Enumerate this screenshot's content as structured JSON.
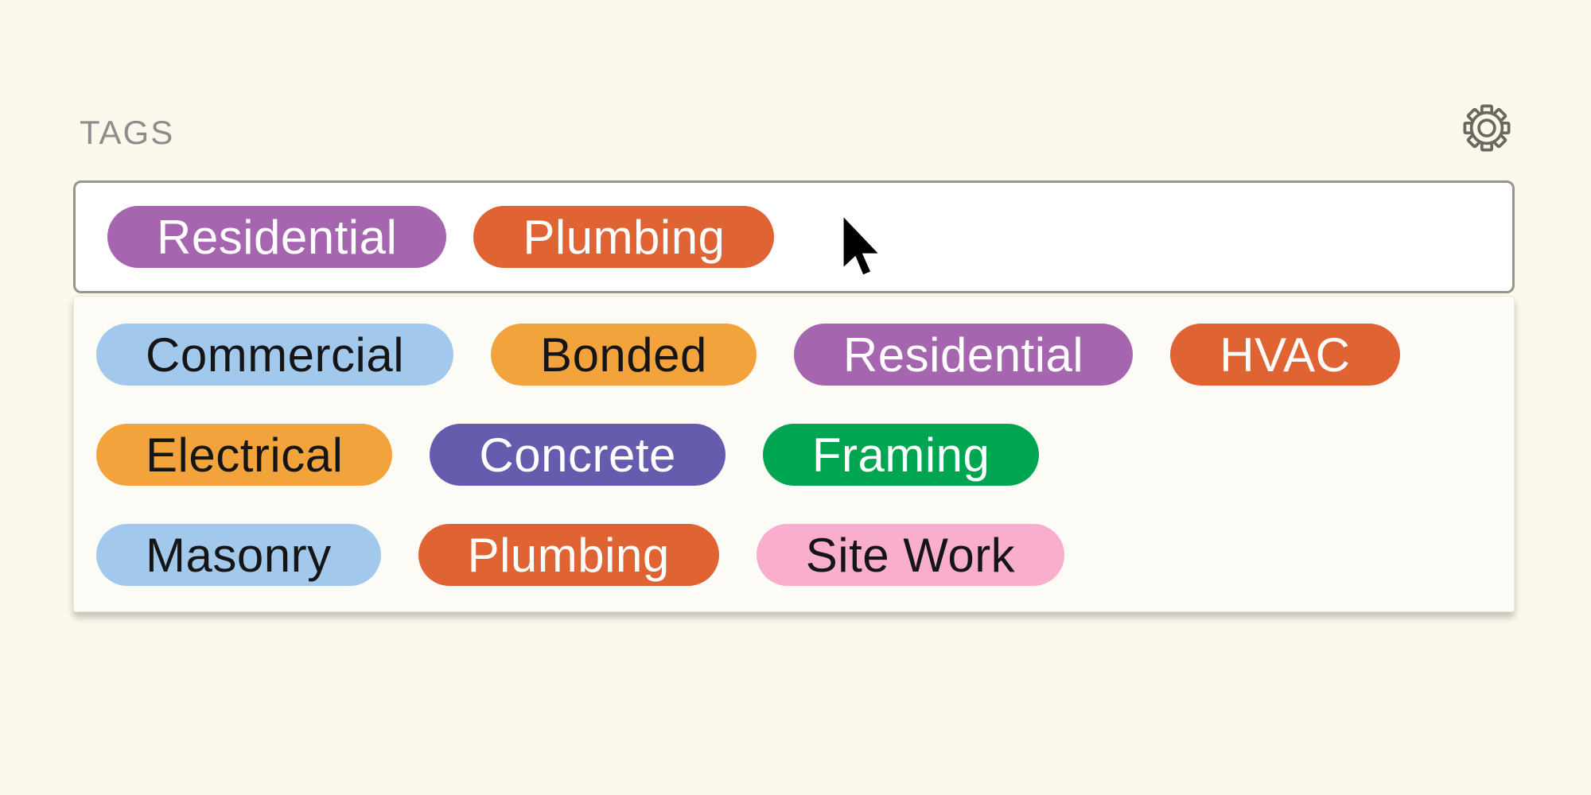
{
  "page": {
    "background_color": "#FCF8EB",
    "panel_color": "#FDFBF5",
    "input_border_color": "#98958F"
  },
  "header": {
    "label": "TAGS",
    "label_color": "#8D8D8D",
    "gear_icon_color": "#6B6860"
  },
  "tag_input": {
    "selected_tags": [
      {
        "label": "Residential",
        "bg": "#A666AF",
        "fg": "#FFFFFF"
      },
      {
        "label": "Plumbing",
        "bg": "#DF6333",
        "fg": "#FFFFFF"
      }
    ]
  },
  "dropdown": {
    "rows": [
      [
        {
          "label": "Commercial",
          "bg": "#A2C8EC",
          "fg": "#151515"
        },
        {
          "label": "Bonded",
          "bg": "#F2A33C",
          "fg": "#151515"
        },
        {
          "label": "Residential",
          "bg": "#A666AF",
          "fg": "#FFFFFF"
        },
        {
          "label": "HVAC",
          "bg": "#DF6333",
          "fg": "#FFFFFF"
        }
      ],
      [
        {
          "label": "Electrical",
          "bg": "#F2A33C",
          "fg": "#151515"
        },
        {
          "label": "Concrete",
          "bg": "#655CAD",
          "fg": "#FFFFFF"
        },
        {
          "label": "Framing",
          "bg": "#00A551",
          "fg": "#FFFFFF"
        }
      ],
      [
        {
          "label": "Masonry",
          "bg": "#A2C8EC",
          "fg": "#151515"
        },
        {
          "label": "Plumbing",
          "bg": "#DF6333",
          "fg": "#FFFFFF"
        },
        {
          "label": "Site Work",
          "bg": "#F9AECD",
          "fg": "#151515"
        }
      ]
    ]
  },
  "cursor": {
    "visible": true,
    "color": "#000000"
  }
}
